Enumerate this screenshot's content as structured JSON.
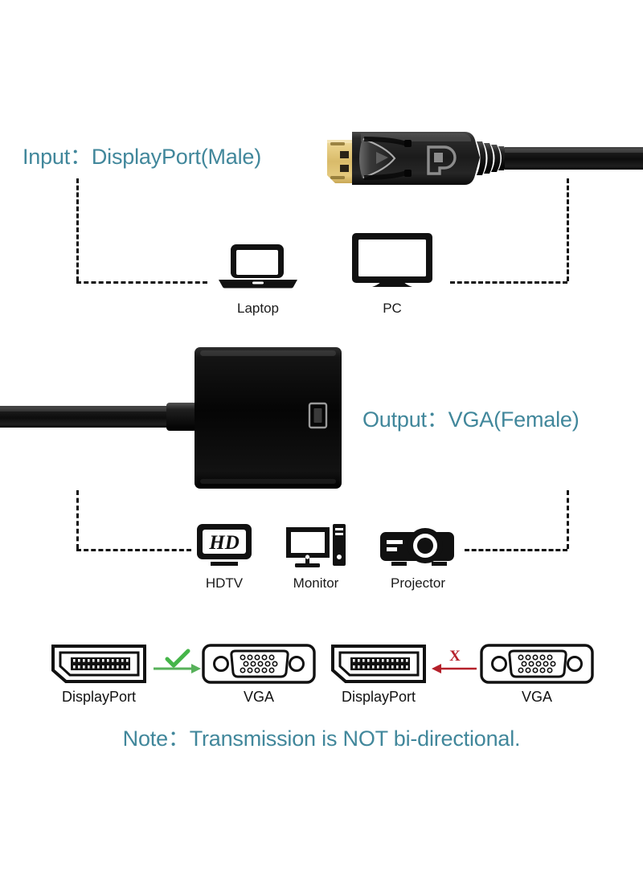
{
  "page": {
    "title": "DisplayPort to VGA Adapter Diagram",
    "background": "#ffffff",
    "accent_teal": "#41879b",
    "ok_green": "#4caf50",
    "bad_red": "#c1272d",
    "line_black": "#111111"
  },
  "input_section": {
    "label": "Input：DisplayPort(Male)",
    "connector_name": "displayport-male-plug",
    "devices": [
      {
        "icon": "laptop-icon",
        "label": "Laptop"
      },
      {
        "icon": "desktop-monitor-icon",
        "label": "PC"
      }
    ]
  },
  "output_section": {
    "label": "Output：VGA(Female)",
    "adapter_name": "vga-female-adapter-body",
    "devices": [
      {
        "icon": "hdtv-icon",
        "label": "HDTV"
      },
      {
        "icon": "monitor-tower-icon",
        "label": "Monitor"
      },
      {
        "icon": "projector-icon",
        "label": "Projector"
      }
    ]
  },
  "direction_row": {
    "pairs": [
      {
        "from_icon": "displayport-connector-icon",
        "from_label": "DisplayPort",
        "to_icon": "vga-connector-icon",
        "to_label": "VGA",
        "marker": "check-mark",
        "marker_symbol": "✔",
        "arrow_direction": "right",
        "color": "#4caf50"
      },
      {
        "from_icon": "displayport-connector-icon",
        "from_label": "DisplayPort",
        "to_icon": "vga-connector-icon",
        "to_label": "VGA",
        "marker": "cross-mark",
        "marker_symbol": "X",
        "arrow_direction": "left",
        "color": "#c1272d"
      }
    ]
  },
  "note": {
    "text": "Note：Transmission is NOT bi-directional."
  }
}
